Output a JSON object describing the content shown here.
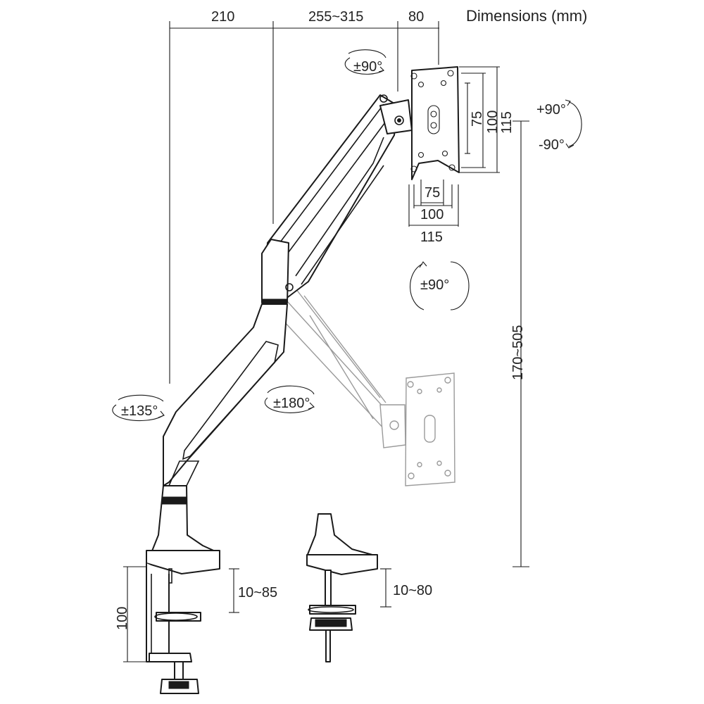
{
  "title": "Dimensions (mm)",
  "dimensions": {
    "top": [
      "210",
      "255~315",
      "80"
    ],
    "vesa_vertical": [
      "75",
      "100",
      "115"
    ],
    "vesa_horizontal": [
      "75",
      "100",
      "115"
    ],
    "height_range": "170~505",
    "clamp_height": "100",
    "clamp_range": "10~85",
    "grommet_range": "10~80"
  },
  "rotations": {
    "tilt_monitor": "±90°",
    "rotate_pos": "+90°",
    "rotate_neg": "-90°",
    "swivel_monitor": "±90°",
    "swivel_arm": "±180°",
    "swivel_base": "±135°"
  },
  "colors": {
    "line": "#1a1a1a",
    "ghost": "#9a9a9a",
    "background": "#ffffff"
  }
}
